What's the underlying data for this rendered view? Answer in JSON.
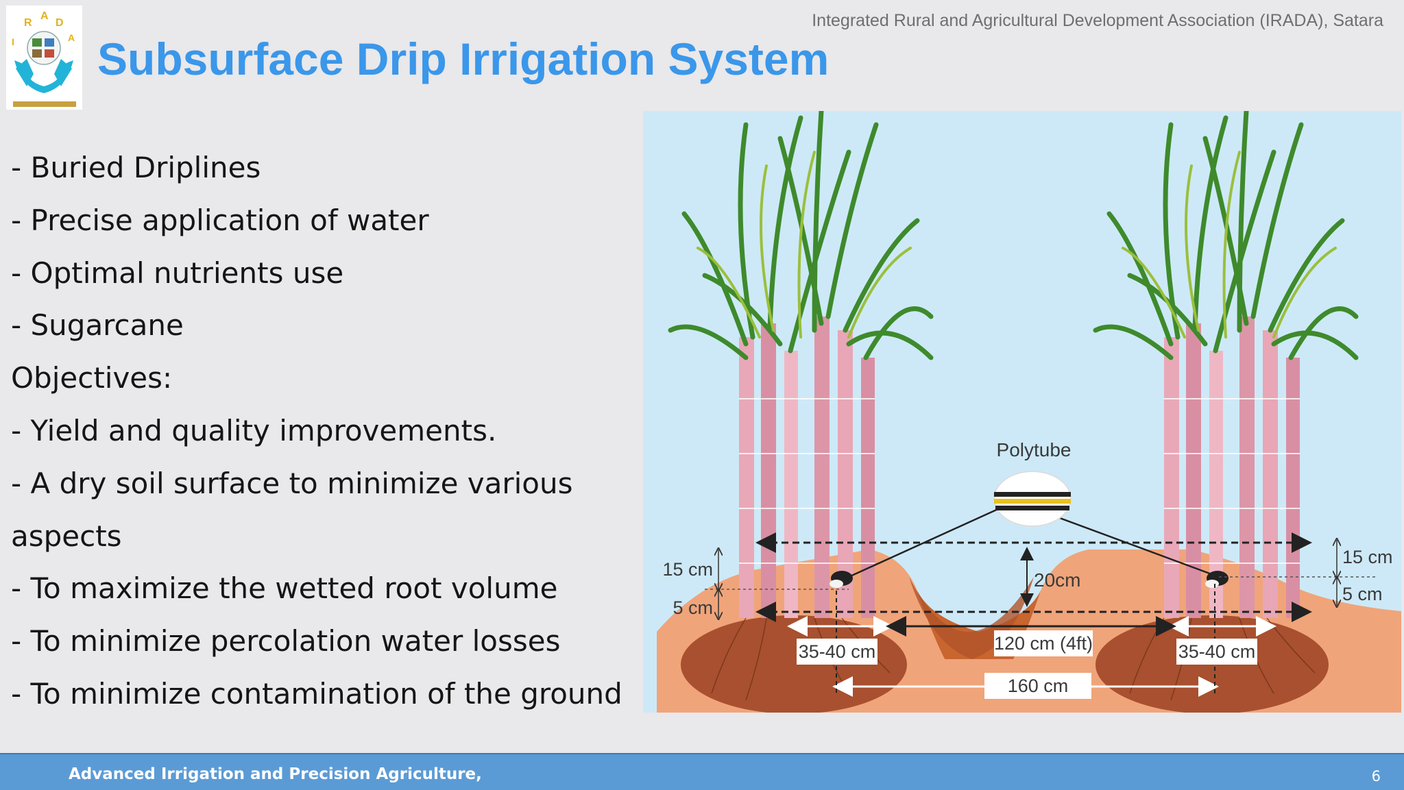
{
  "header": {
    "organization": "Integrated Rural and Agricultural Development Association (IRADA), Satara",
    "title": "Subsurface Drip Irrigation System",
    "logo_text": "IRADA"
  },
  "content": {
    "bullets": [
      "- Buried Driplines",
      "- Precise application of water",
      "- Optimal nutrients use",
      "- Sugarcane",
      "Objectives:",
      "- Yield and quality improvements.",
      "- A dry soil surface to minimize various",
      " aspects",
      "- To maximize the wetted root volume",
      "- To minimize percolation water losses",
      "- To minimize contamination of the ground"
    ]
  },
  "figure": {
    "polytube_label": "Polytube",
    "left_top_depth": "15 cm",
    "left_bottom_depth": "5 cm",
    "right_top_depth": "15 cm",
    "right_bottom_depth": "5 cm",
    "center_depth": "20cm",
    "left_width": "35-40 cm",
    "center_spacing": "120 cm (4ft)",
    "right_width": "35-40 cm",
    "bottom_spacing": "160 cm"
  },
  "footer": {
    "course_text": "Advanced Irrigation and Precision Agriculture,",
    "page_number": "6"
  },
  "colors": {
    "title": "#3a97ea",
    "footer_bar": "#5b9bd5",
    "sky": "#cde9f7",
    "soil": "#f0a47a",
    "root_zone": "#a8502f"
  }
}
